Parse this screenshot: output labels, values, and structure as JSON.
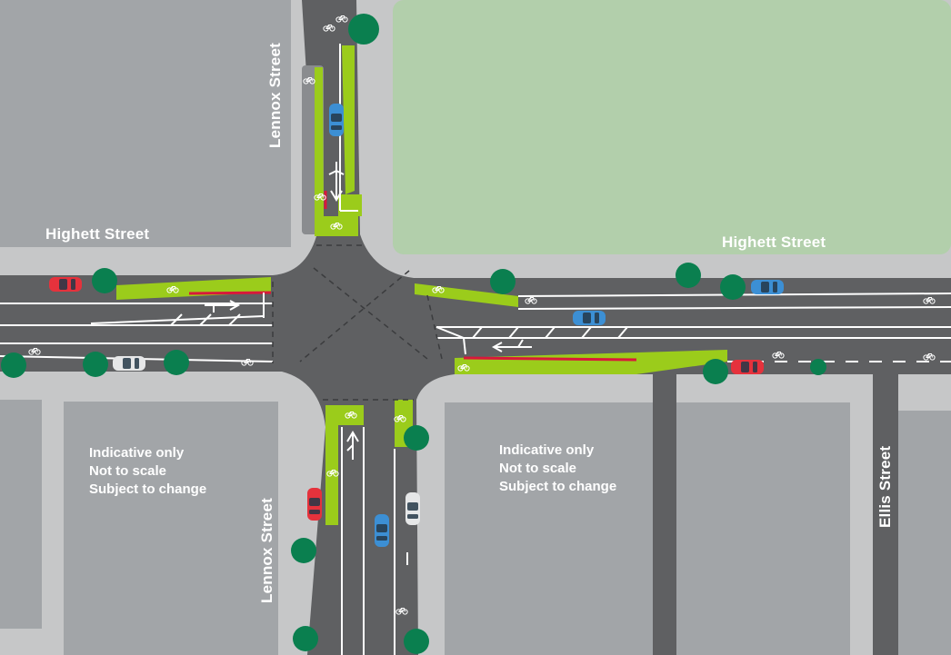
{
  "streets": {
    "highett_west": "Highett Street",
    "highett_east": "Highett Street",
    "lennox_north": "Lennox Street",
    "lennox_south": "Lennox Street",
    "ellis": "Ellis Street"
  },
  "notes": {
    "west": [
      "Indicative only",
      "Not to scale",
      "Subject to change"
    ],
    "east": [
      "Indicative only",
      "Not to scale",
      "Subject to change"
    ]
  },
  "colors": {
    "road": "#5f6062",
    "footpath": "#c6c7c8",
    "block": "#a2a5a8",
    "park": "#b2cfab",
    "bike_lane": "#9bcc1b",
    "tree": "#0a7f4f",
    "kerb_red": "#d8193a",
    "car_red": "#e5323c",
    "car_blue": "#3c8fd4",
    "car_white": "#e6e7e8"
  },
  "icons": [
    "bicycle-symbol-icon",
    "turn-arrow-icon",
    "tree-icon",
    "car-icon"
  ]
}
